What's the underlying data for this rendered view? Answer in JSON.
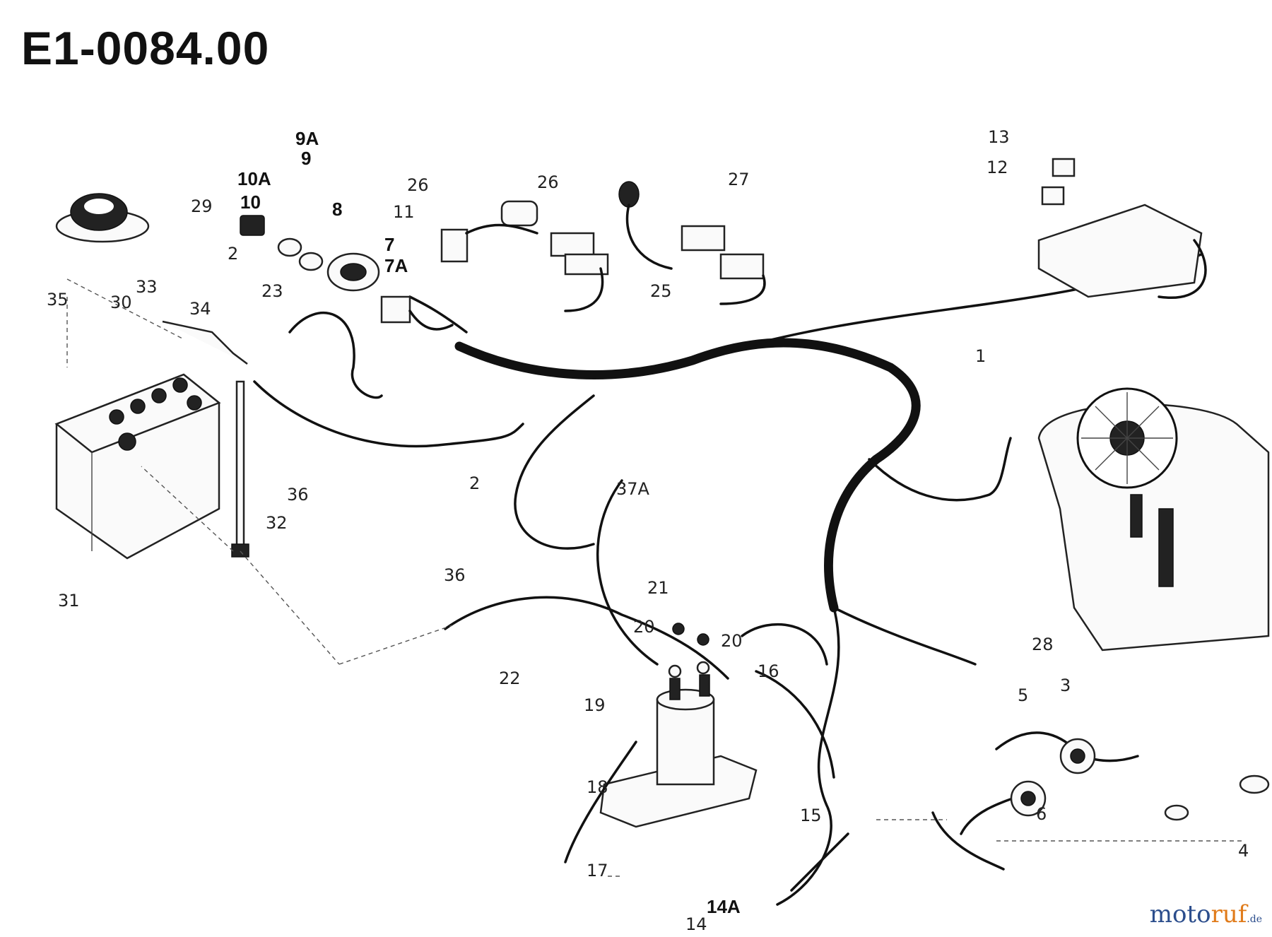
{
  "title": "E1-0084.00",
  "brand": {
    "name_part1": "moto",
    "name_part2": "ruf",
    "suffix": ".de"
  },
  "labels": [
    "1",
    "2",
    "2",
    "3",
    "5",
    "6",
    "7",
    "7A",
    "8",
    "9",
    "9A",
    "10",
    "10A",
    "11",
    "12",
    "13",
    "14",
    "14A",
    "15",
    "16",
    "17",
    "18",
    "19",
    "20",
    "20",
    "21",
    "22",
    "23",
    "25",
    "26",
    "26",
    "27",
    "28",
    "29",
    "30",
    "31",
    "32",
    "33",
    "34",
    "35",
    "36",
    "36",
    "37A",
    "4"
  ],
  "colors": {
    "ink": "#111111",
    "brand_blue": "#2b4d8c",
    "brand_orange": "#e07b1a"
  }
}
